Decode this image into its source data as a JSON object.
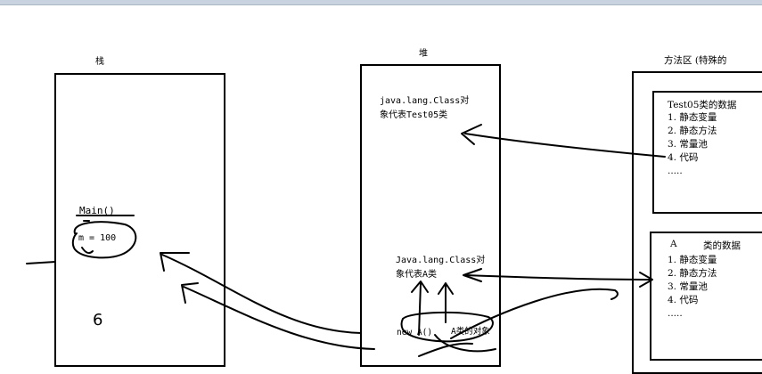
{
  "labels": {
    "stack": "栈",
    "heap": "堆",
    "method_area": "方法区 (特殊的"
  },
  "stack": {
    "main_frame": "Main()",
    "var_m": "m = 100",
    "scribble": "6"
  },
  "heap": {
    "class_obj_1_line1": "java.lang.Class对",
    "class_obj_1_line2": "象代表Test05类",
    "class_obj_2_line1": "Java.lang.Class对",
    "class_obj_2_line2": "象代表A类",
    "new_a": "new A()",
    "a_instance": "A类的对象"
  },
  "method_area": {
    "test05": {
      "title": "Test05类的数据",
      "items": [
        "1. 静态变量",
        "2. 静态方法",
        "3. 常量池",
        "4. 代码",
        "....."
      ]
    },
    "class_a": {
      "title_a": "A",
      "title_rest": "类的数据",
      "items": [
        "1. 静态变量",
        "2. 静态方法",
        "3. 常量池",
        "4. 代码",
        "....."
      ]
    }
  }
}
